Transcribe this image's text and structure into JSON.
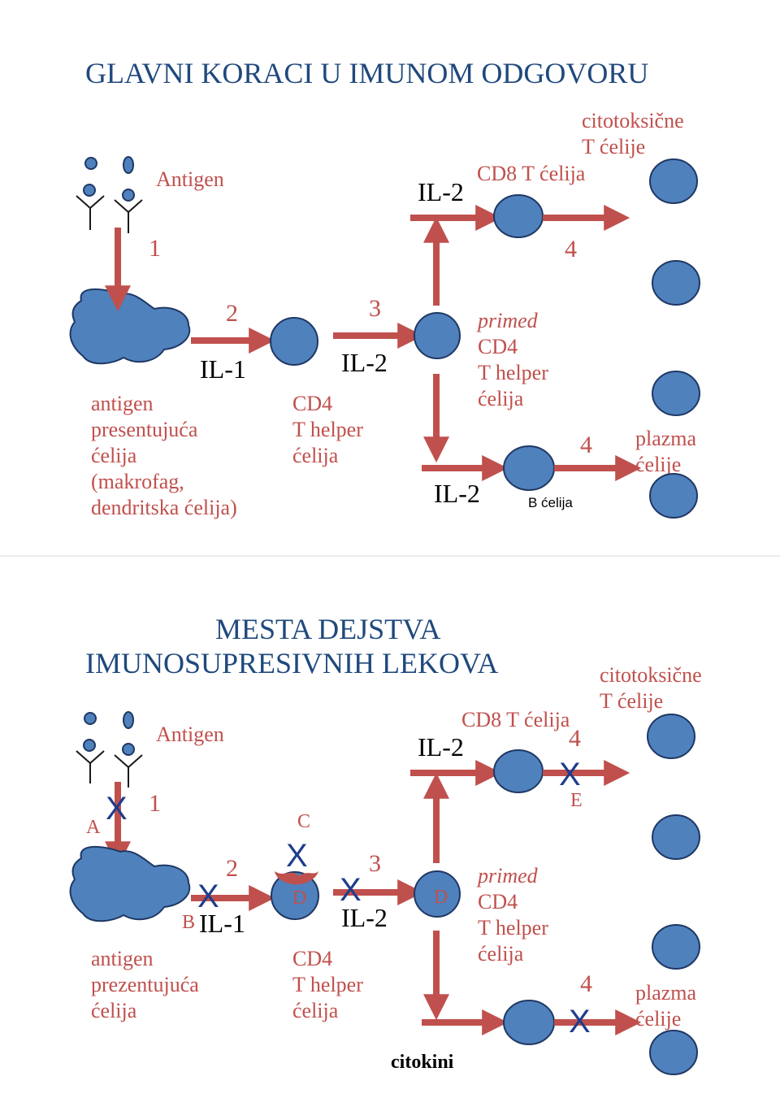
{
  "top": {
    "title": "GLAVNI KORACI U IMUNOM ODGOVORU",
    "antigen_label": "Antigen",
    "step_1": "1",
    "step_2": "2",
    "step_3": "3",
    "step_4a": "4",
    "step_4b": "4",
    "il1": "IL-1",
    "il2_a": "IL-2",
    "il2_b": "IL-2",
    "il2_c": "IL-2",
    "apc_label": [
      "antigen",
      "presentujuća",
      "ćelija",
      "(makrofag,",
      "dendritska ćelija)"
    ],
    "cd4_label": [
      "CD4",
      "T helper",
      "ćelija"
    ],
    "primed_label": [
      "primed",
      "CD4",
      "T helper",
      "ćelija"
    ],
    "cd8_label": "CD8 T ćelija",
    "cytotoxic_label": [
      "citotoksične",
      "T ćelije"
    ],
    "b_cell_label": "B ćelija",
    "plasma_label": [
      "plazma",
      "ćelije"
    ]
  },
  "bottom": {
    "title": [
      "MESTA DEJSTVA",
      "IMUNOSUPRESIVNIH LEKOVA"
    ],
    "antigen_label": "Antigen",
    "step_1": "1",
    "step_2": "2",
    "step_3": "3",
    "step_4a": "4",
    "step_4b": "4",
    "il1": "IL-1",
    "il2_a": "IL-2",
    "il2_b": "IL-2",
    "site_a": "A",
    "site_b": "B",
    "site_c": "C",
    "site_d1": "D",
    "site_d2": "D",
    "site_e": "E",
    "block_mark": "X",
    "apc_label": [
      "antigen",
      "prezentujuća",
      "ćelija"
    ],
    "cd4_label": [
      "CD4",
      "T helper",
      "ćelija"
    ],
    "primed_label": [
      "primed",
      "CD4",
      "T helper",
      "ćelija"
    ],
    "cd8_label": "CD8 T ćelija",
    "cytotoxic_label": [
      "citotoksične",
      "T ćelije"
    ],
    "plasma_label": [
      "plazma",
      "ćelije"
    ],
    "cytokines_label": "citokini"
  },
  "colors": {
    "title": "#1f497d",
    "label": "#c0504d",
    "arrow": "#c0504d",
    "cell": "#4f81bd",
    "cell_outline": "#1f3864",
    "block_mark": "#1f3d8c"
  }
}
